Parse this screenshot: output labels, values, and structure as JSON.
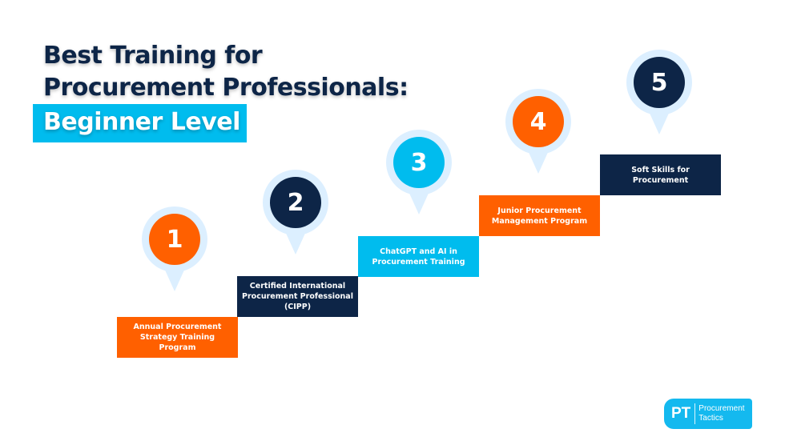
{
  "title": {
    "line1": "Best Training for",
    "line2": "Procurement Professionals:",
    "highlight": "Beginner Level"
  },
  "colors": {
    "navy": "#0d2547",
    "orange": "#ff6000",
    "cyan": "#00bcee",
    "pin_halo": "#dcefff"
  },
  "steps": [
    {
      "number": "1",
      "label": "Annual Procurement Strategy Training Program",
      "color": "orange"
    },
    {
      "number": "2",
      "label": "Certified International Procurement Professional (CIPP)",
      "color": "navy"
    },
    {
      "number": "3",
      "label": "ChatGPT and AI in Procurement Training",
      "color": "cyan"
    },
    {
      "number": "4",
      "label": "Junior Procurement Management Program",
      "color": "orange"
    },
    {
      "number": "5",
      "label": "Soft Skills for Procurement",
      "color": "navy"
    }
  ],
  "logo": {
    "mark": "PT",
    "line1": "Procurement",
    "line2": "Tactics"
  }
}
